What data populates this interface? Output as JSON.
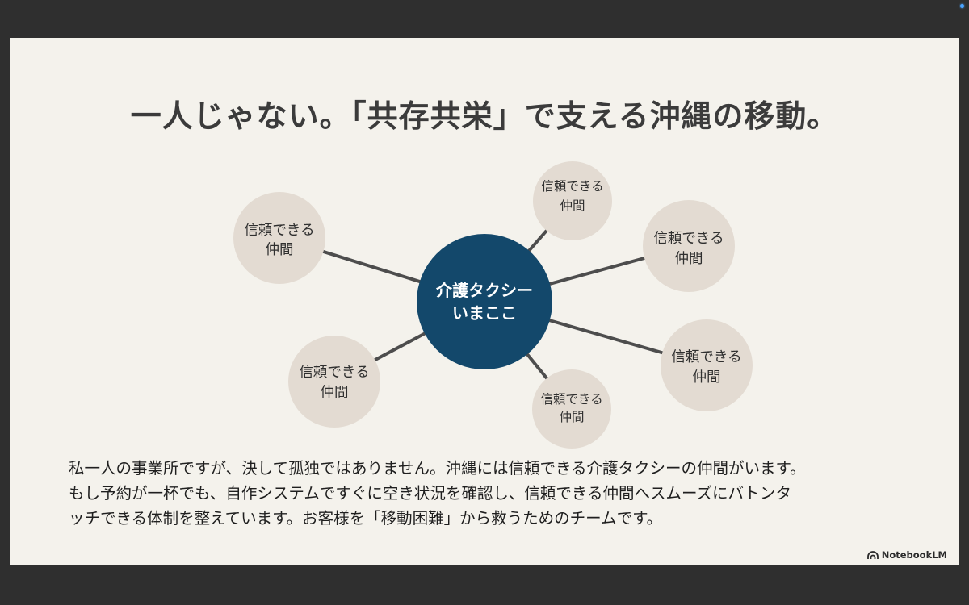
{
  "slide": {
    "title": "一人じゃない。「共存共栄」で支える沖縄の移動。",
    "hub": {
      "lines": [
        "介護タクシー",
        "いまここ"
      ],
      "color": "#13486b"
    },
    "partners": [
      {
        "lines": [
          "信頼できる",
          "仲間"
        ]
      },
      {
        "lines": [
          "信頼できる",
          "仲間"
        ]
      },
      {
        "lines": [
          "信頼できる",
          "仲間"
        ]
      },
      {
        "lines": [
          "信頼できる",
          "仲間"
        ]
      },
      {
        "lines": [
          "信頼できる",
          "仲間"
        ]
      },
      {
        "lines": [
          "信頼できる",
          "仲間"
        ]
      }
    ],
    "partner_color": "#e3dbd2",
    "body_lines": [
      "私一人の事業所ですが、決して孤独ではありません。沖縄には信頼できる介護タクシーの仲間がいます。",
      "もし予約が一杯でも、自作システムですぐに空き状況を確認し、信頼できる仲間へスムーズにバトンタ",
      "ッチできる体制を整えています。お客様を「移動困難」から救うためのチームです。"
    ]
  },
  "branding": {
    "label": "NotebookLM",
    "icon": "notebooklm-logo-icon"
  }
}
